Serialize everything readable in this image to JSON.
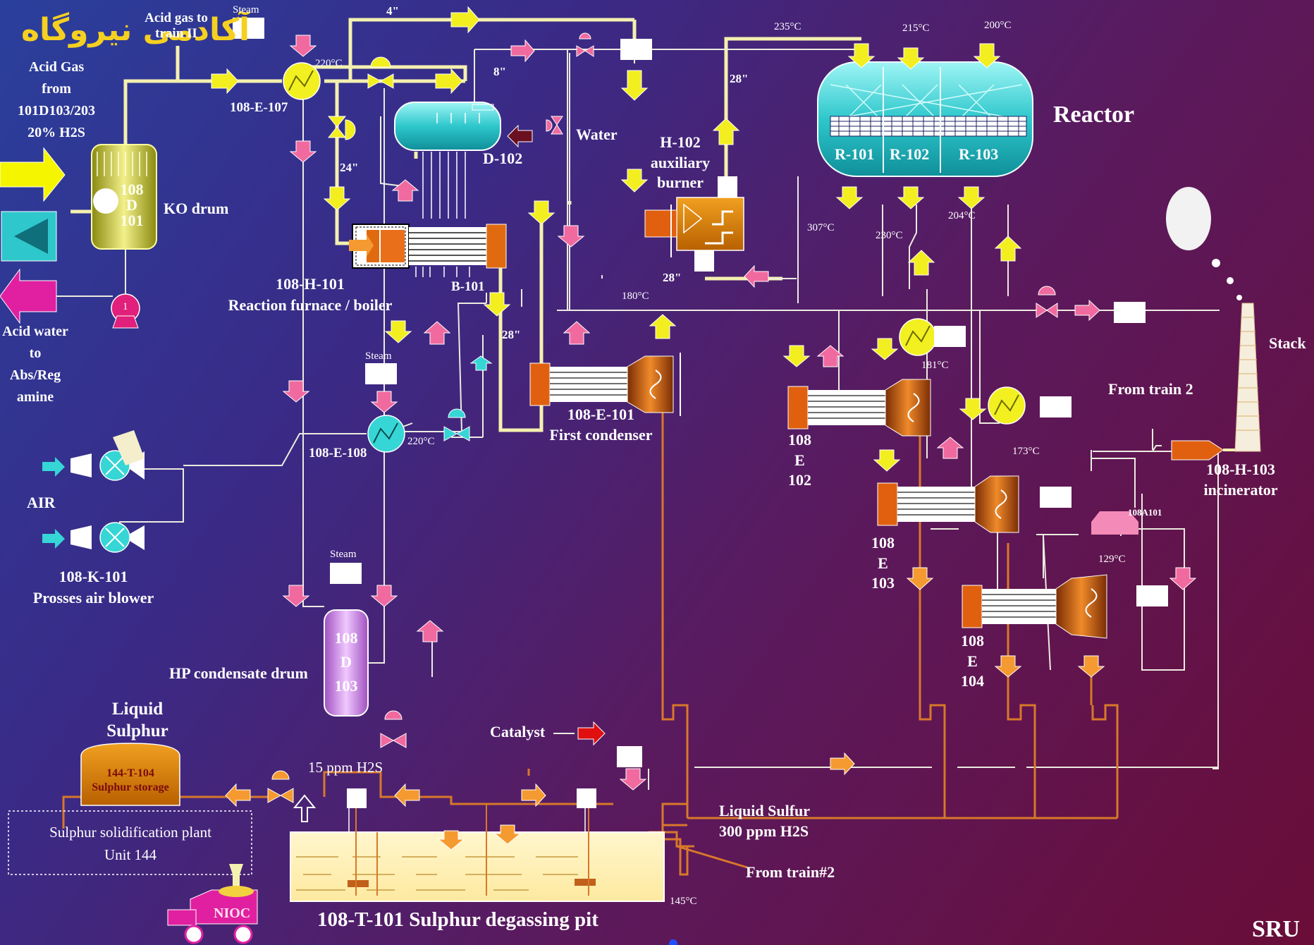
{
  "watermark": "آکادمی نیروگاه",
  "title": "SRU",
  "labels": {
    "acid_gas_from": "Acid Gas\nfrom\n101D103/203\n20% H2S",
    "acid_gas_to_train": "Acid gas to\ntrain II",
    "steam_1": "Steam",
    "steam_2": "Steam",
    "steam_3": "Steam",
    "e107": "108-E-107",
    "t220a": "220°C",
    "t220b": "220°C",
    "pipe_4in": "4\"",
    "pipe_8in": "8\"",
    "pipe_24in": "24\"",
    "pipe_28a": "28\"",
    "pipe_28b": "28\"",
    "pipe_28c": "28\"",
    "water": "Water",
    "d102": "D-102",
    "ko_drum": "KO drum",
    "d101": "108\nD\n101",
    "h101": "108-H-101\nReaction furnace / boiler",
    "b101": "B-101",
    "h102": "H-102\nauxiliary\nburner",
    "t235": "235°C",
    "t215": "215°C",
    "t200": "200°C",
    "reactor": "Reactor",
    "r101": "R-101",
    "r102": "R-102",
    "r103": "R-103",
    "t307": "307°C",
    "t230": "230°C",
    "t204": "204°C",
    "t180": "180°C",
    "t181": "181°C",
    "t173": "173°C",
    "t129": "129°C",
    "t145": "145°C",
    "stack": "Stack",
    "from_train2": "From train 2",
    "h103": "108-H-103\nincinerator",
    "a101": "108A101",
    "e101": "108-E-101\nFirst condenser",
    "e102": "108\nE\n102",
    "e103": "108\nE\n103",
    "e104": "108\nE\n104",
    "acid_water": "Acid water\nto\nAbs/Reg\namine",
    "pump": "1",
    "e108": "108-E-108",
    "air": "AIR",
    "k101": "108-K-101\nProsses air blower",
    "hp_drum": "HP condensate drum",
    "d103": "108\nD\n103",
    "liquid_sulphur": "Liquid\nSulphur",
    "t104": "144-T-104\nSulphur storage",
    "ppm15": "15 ppm H2S",
    "catalyst": "Catalyst",
    "liquid_sulfur": "Liquid Sulfur\n300 ppm H2S",
    "from_train2b": "From train#2",
    "solid_plant": "Sulphur solidification plant\nUnit 144",
    "degassing": "108-T-101 Sulphur degassing pit",
    "nioc": "NIOC"
  },
  "colors": {
    "pipe": "#f4f0b0",
    "line": "#f0eee0",
    "sulfur_line": "#d8782a",
    "arrow_pink": "#f06aa0",
    "arrow_yellow": "#f2ee20",
    "arrow_orange": "#f59a30",
    "equipment_cyan": "#36d6d6",
    "equipment_orange": "#e07010",
    "valve_pink": "#f06aa0"
  }
}
